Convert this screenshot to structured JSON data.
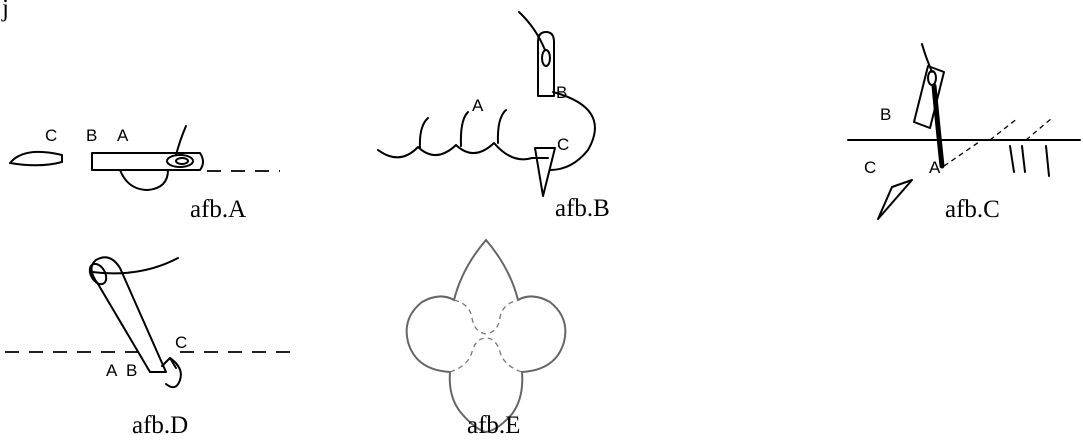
{
  "header": {
    "partial_text": "j"
  },
  "figures": {
    "A": {
      "caption": "afb.A",
      "labels": {
        "a": "A",
        "b": "B",
        "c": "C"
      }
    },
    "B": {
      "caption": "afb.B",
      "labels": {
        "a": "A",
        "b": "B",
        "c": "C"
      }
    },
    "C": {
      "caption": "afb.C",
      "labels": {
        "a": "A",
        "b": "B",
        "c": "C"
      }
    },
    "D": {
      "caption": "afb.D",
      "labels": {
        "a": "A",
        "b": "B",
        "c": "C"
      }
    },
    "E": {
      "caption": "afb.E"
    }
  }
}
